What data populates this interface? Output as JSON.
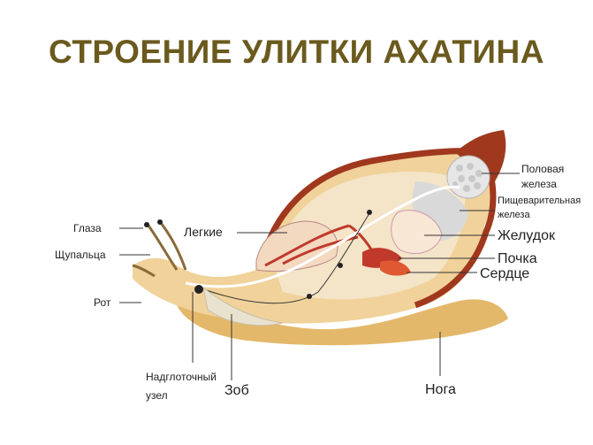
{
  "title": "СТРОЕНИЕ УЛИТКИ АХАТИНА",
  "colors": {
    "title": "#6b5a1e",
    "body": "#f0d29a",
    "body_dark": "#e4b86a",
    "shell_rim": "#a0381e",
    "shell_inner": "#f4e4c8",
    "organ_red": "#c0392b",
    "gland": "#d9d9d9",
    "lung": "#f3d9c0"
  },
  "labels": {
    "eyes": "Глаза",
    "tentacles": "Щупальца",
    "mouth": "Рот",
    "ganglion_line1": "Надглоточный",
    "ganglion_line2": "узел",
    "crop": "Зоб",
    "lungs": "Легкие",
    "gonad_line1": "Половая",
    "gonad_line2": "железа",
    "digestive_line1": "Пищеварительная",
    "digestive_line2": "железа",
    "stomach": "Желудок",
    "kidney": "Почка",
    "heart": "Сердце",
    "foot": "Нога"
  }
}
